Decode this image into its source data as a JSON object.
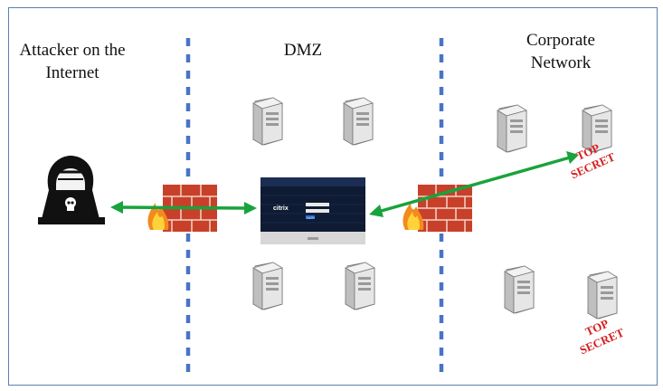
{
  "zones": {
    "attacker": "Attacker on the Internet",
    "dmz": "DMZ",
    "corporate": "Corporate Network"
  },
  "stamps": {
    "top": "TOP",
    "secret": "SECRET"
  },
  "login_panel": {
    "brand": "citrix",
    "button": "Log On"
  },
  "colors": {
    "arrow": "#18a33c",
    "divider": "#4a74c4",
    "stamp": "#d61f1f",
    "frame": "#5a7fb5"
  },
  "icons": {
    "attacker": "hacker-laptop-icon",
    "firewall": "firewall-icon",
    "server": "server-icon",
    "login": "citrix-login-screen"
  }
}
